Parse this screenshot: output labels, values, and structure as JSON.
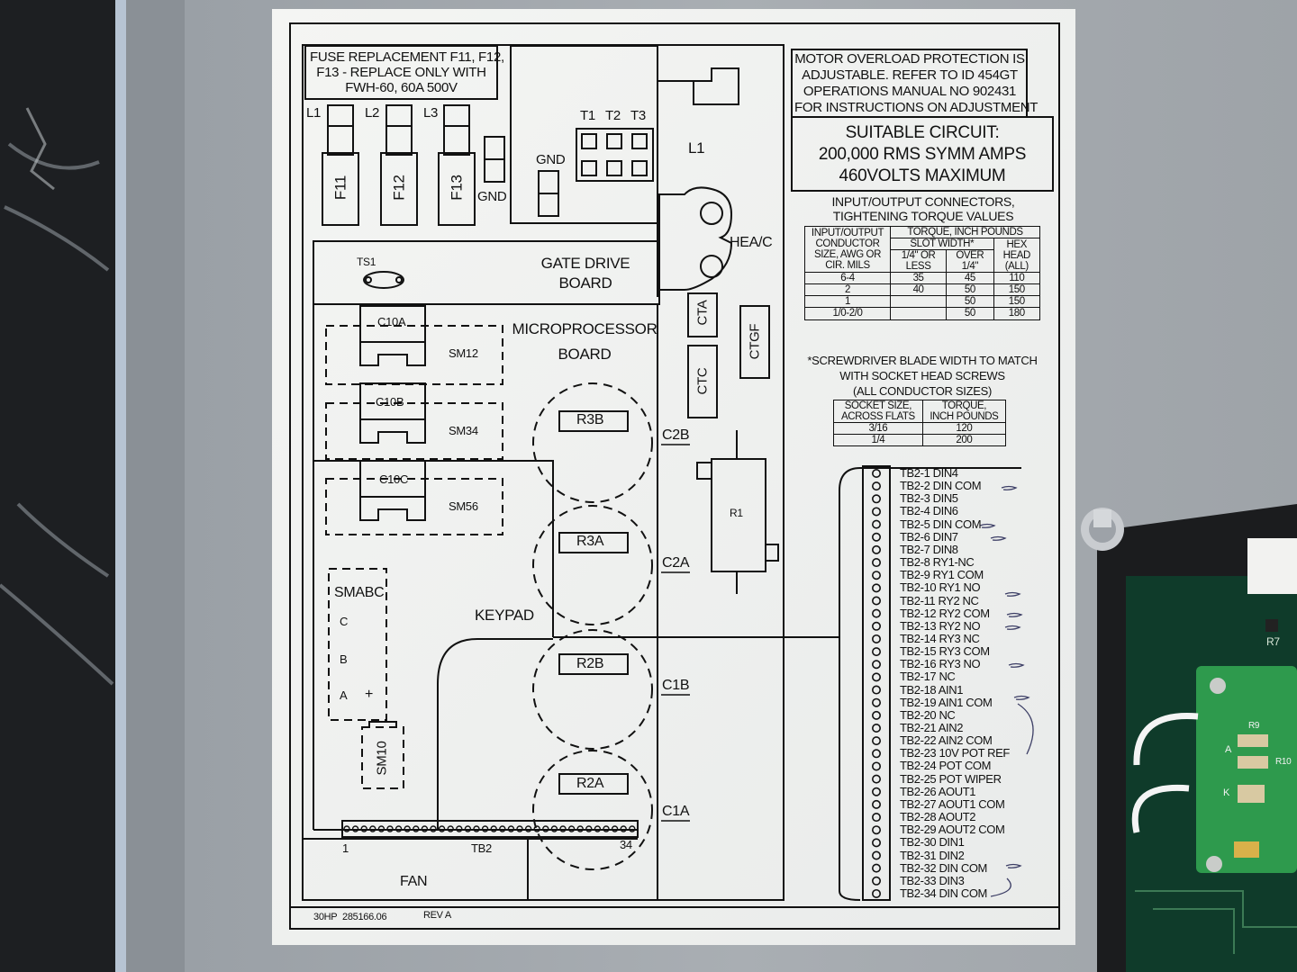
{
  "fuse_note": [
    "FUSE REPLACEMENT F11, F12,",
    "F13 - REPLACE ONLY WITH",
    "FWH-60, 60A 500V"
  ],
  "motor_note": [
    "MOTOR OVERLOAD PROTECTION IS",
    "ADJUSTABLE. REFER TO ID 454GT",
    "OPERATIONS MANUAL NO 902431",
    "FOR INSTRUCTIONS ON ADJUSTMENT"
  ],
  "circuit_note": [
    "SUITABLE CIRCUIT:",
    "200,000 RMS SYMM AMPS",
    "460VOLTS MAXIMUM"
  ],
  "lines": [
    "L1",
    "L2",
    "L3"
  ],
  "fuses": [
    "F11",
    "F12",
    "F13"
  ],
  "terminals": [
    "T1",
    "T2",
    "T3"
  ],
  "components": {
    "gnd_left": "GND",
    "gnd_right": "GND",
    "l1_reactor": "L1",
    "hea": "HEA/C",
    "ts1": "TS1",
    "gate_drive": [
      "GATE DRIVE",
      "BOARD"
    ],
    "micro": [
      "MICROPROCESSOR",
      "BOARD"
    ],
    "c10a": "C10A",
    "sm12": "SM12",
    "c10b": "C10B",
    "sm34": "SM34",
    "c10c": "C10C",
    "sm56": "SM56",
    "smabc": "SMABC",
    "phase_c": "C",
    "phase_b": "B",
    "phase_a": "A",
    "plus": "+",
    "keypad": "KEYPAD",
    "sm10": "SM10",
    "cta": "CTA",
    "ctc": "CTC",
    "ctgf": "CTGF",
    "r3b": "R3B",
    "r3a": "R3A",
    "r2b": "R2B",
    "r2a": "R2A",
    "c2b": "C2B",
    "c2a": "C2A",
    "c1b": "C1B",
    "c1a": "C1A",
    "r1": "R1",
    "tb2": "TB2",
    "tb2_first": "1",
    "tb2_last": "34",
    "fan": "FAN"
  },
  "footer": {
    "model": "30HP",
    "part": "285166.06",
    "rev": "REV A"
  },
  "torque": {
    "title": [
      "INPUT/OUTPUT CONNECTORS,",
      "TIGHTENING TORQUE VALUES"
    ],
    "col1": [
      "INPUT/OUTPUT",
      "CONDUCTOR",
      "SIZE, AWG OR",
      "CIR. MILS"
    ],
    "torque_head": "TORQUE, INCH POUNDS",
    "slot_head": "SLOT WIDTH*",
    "sub1": [
      "1/4\" OR",
      "LESS"
    ],
    "sub2": [
      "OVER",
      "1/4\""
    ],
    "hex": [
      "HEX",
      "HEAD",
      "(ALL)"
    ],
    "rows": [
      {
        "size": "6-4",
        "a": "35",
        "b": "45",
        "c": "110"
      },
      {
        "size": "2",
        "a": "40",
        "b": "50",
        "c": "150"
      },
      {
        "size": "1",
        "a": "",
        "b": "50",
        "c": "150"
      },
      {
        "size": "1/0-2/0",
        "a": "",
        "b": "50",
        "c": "180"
      }
    ],
    "footnote": [
      "*SCREWDRIVER BLADE WIDTH TO MATCH",
      "WITH SOCKET HEAD SCREWS",
      "(ALL CONDUCTOR SIZES)"
    ],
    "socket_head": [
      "SOCKET SIZE,",
      "ACROSS FLATS"
    ],
    "socket_torque": [
      "TORQUE,",
      "INCH POUNDS"
    ],
    "socket_rows": [
      {
        "size": "3/16",
        "torque": "120"
      },
      {
        "size": "1/4",
        "torque": "200"
      }
    ]
  },
  "tb2_terminals": [
    "TB2-1 DIN4",
    "TB2-2 DIN COM",
    "TB2-3 DIN5",
    "TB2-4 DIN6",
    "TB2-5 DIN COM",
    "TB2-6 DIN7",
    "TB2-7 DIN8",
    "TB2-8 RY1-NC",
    "TB2-9 RY1 COM",
    "TB2-10 RY1 NO",
    "TB2-11 RY2 NC",
    "TB2-12 RY2 COM",
    "TB2-13 RY2 NO",
    "TB2-14 RY3 NC",
    "TB2-15 RY3 COM",
    "TB2-16 RY3 NO",
    "TB2-17 NC",
    "TB2-18 AIN1",
    "TB2-19 AIN1 COM",
    "TB2-20 NC",
    "TB2-21 AIN2",
    "TB2-22 AIN2 COM",
    "TB2-23 10V POT REF",
    "TB2-24 POT COM",
    "TB2-25 POT WIPER",
    "TB2-26 AOUT1",
    "TB2-27 AOUT1 COM",
    "TB2-28 AOUT2",
    "TB2-29 AOUT2 COM",
    "TB2-30 DIN1",
    "TB2-31 DIN2",
    "TB2-32 DIN COM",
    "TB2-33 DIN3",
    "TB2-34 DIN COM"
  ],
  "pcb": {
    "r7": "R7",
    "r9": "R9",
    "r10": "R10",
    "a": "A",
    "k": "K"
  }
}
